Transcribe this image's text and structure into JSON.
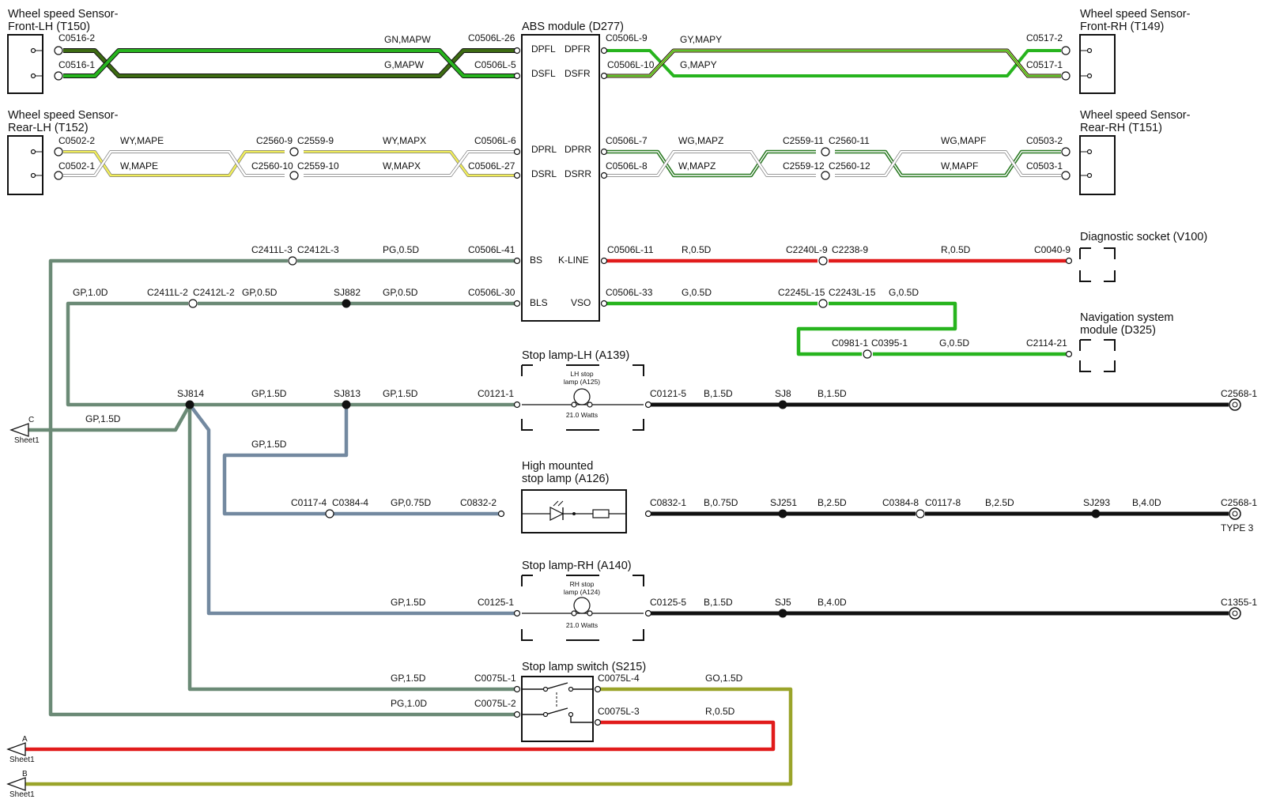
{
  "colors": {
    "green": "#27b41e",
    "dark_green": "#3d6b12",
    "yellow": "#f1ee5b",
    "white_wire": "#d8d8cc",
    "gray_green": "#6b8a76",
    "gray_blue": "#7389a0",
    "red": "#e11b1b",
    "black": "#111111",
    "olive": "#9aa42a"
  },
  "components": {
    "ws_flh": {
      "line1": "Wheel speed Sensor-",
      "line2": "Front-LH (T150)"
    },
    "ws_frh": {
      "line1": "Wheel speed Sensor-",
      "line2": "Front-RH (T149)"
    },
    "ws_rlh": {
      "line1": "Wheel speed Sensor-",
      "line2": "Rear-LH (T152)"
    },
    "ws_rrh": {
      "line1": "Wheel speed Sensor-",
      "line2": "Rear-RH (T151)"
    },
    "abs": {
      "title": "ABS module (D277)",
      "pins": [
        "DPFL",
        "DPFR",
        "DSFL",
        "DSFR",
        "DPRL",
        "DPRR",
        "DSRL",
        "DSRR",
        "BS",
        "K-LINE",
        "BLS",
        "VSO"
      ]
    },
    "diag": {
      "title": "Diagnostic socket (V100)"
    },
    "nav": {
      "line1": "Navigation system",
      "line2": "module (D325)"
    },
    "stop_lh": {
      "title": "Stop lamp-LH (A139)",
      "inner1": "LH stop",
      "inner2": "lamp (A125)",
      "watts": "21.0 Watts"
    },
    "hmsl": {
      "line1": "High mounted",
      "line2": "stop lamp (A126)"
    },
    "stop_rh": {
      "title": "Stop lamp-RH (A140)",
      "inner1": "RH stop",
      "inner2": "lamp (A124)",
      "watts": "21.0 Watts"
    },
    "switch": {
      "title": "Stop lamp switch (S215)"
    }
  },
  "labels": {
    "c0516_2": "C0516-2",
    "c0516_1": "C0516-1",
    "gn_mapw": "GN,MAPW",
    "g_mapw": "G,MAPW",
    "c0506l_26": "C0506L-26",
    "c0506l_5": "C0506L-5",
    "c0506l_9": "C0506L-9",
    "c0506l_10": "C0506L-10",
    "gy_mapy": "GY,MAPY",
    "g_mapy": "G,MAPY",
    "c0517_2": "C0517-2",
    "c0517_1": "C0517-1",
    "c0502_2": "C0502-2",
    "c0502_1": "C0502-1",
    "wy_mape": "WY,MAPE",
    "w_mape": "W,MAPE",
    "c2560_9": "C2560-9",
    "c2559_9": "C2559-9",
    "c2560_10": "C2560-10",
    "c2559_10": "C2559-10",
    "wy_mapx": "WY,MAPX",
    "w_mapx": "W,MAPX",
    "c0506l_6": "C0506L-6",
    "c0506l_27": "C0506L-27",
    "c0506l_7": "C0506L-7",
    "c0506l_8": "C0506L-8",
    "wg_mapz": "WG,MAPZ",
    "w_mapz": "W,MAPZ",
    "c2559_11": "C2559-11",
    "c2560_11": "C2560-11",
    "c2559_12": "C2559-12",
    "c2560_12": "C2560-12",
    "wg_mapf": "WG,MAPF",
    "w_mapf": "W,MAPF",
    "c0503_2": "C0503-2",
    "c0503_1": "C0503-1",
    "c2411l_3": "C2411L-3",
    "c2412l_3": "C2412L-3",
    "pg_05d": "PG,0.5D",
    "c0506l_41": "C0506L-41",
    "c0506l_11": "C0506L-11",
    "r_05d": "R,0.5D",
    "c2240l_9": "C2240L-9",
    "c2238_9": "C2238-9",
    "r_05d_b": "R,0.5D",
    "c0040_9": "C0040-9",
    "gp_10d": "GP,1.0D",
    "c2411l_2": "C2411L-2",
    "c2412l_2": "C2412L-2",
    "gp_05d": "GP,0.5D",
    "sj882": "SJ882",
    "gp_05d_b": "GP,0.5D",
    "c0506l_30": "C0506L-30",
    "c0506l_33": "C0506L-33",
    "g_05d": "G,0.5D",
    "c2245l_15": "C2245L-15",
    "c2243l_15": "C2243L-15",
    "g_05d_b": "G,0.5D",
    "c0981_1": "C0981-1",
    "c0395_1": "C0395-1",
    "g_05d_c": "G,0.5D",
    "c2114_21": "C2114-21",
    "sj814": "SJ814",
    "gp_15d_a": "GP,1.5D",
    "sj813": "SJ813",
    "gp_15d_b": "GP,1.5D",
    "c0121_1": "C0121-1",
    "c0121_5": "C0121-5",
    "b_15d_a": "B,1.5D",
    "sj8": "SJ8",
    "b_15d_b": "B,1.5D",
    "c2568_1": "C2568-1",
    "gp_15d_c": "GP,1.5D",
    "gp_15d_d": "GP,1.5D",
    "c0117_4": "C0117-4",
    "c0384_4": "C0384-4",
    "gp_075d": "GP,0.75D",
    "c0832_2": "C0832-2",
    "c0832_1": "C0832-1",
    "b_075d": "B,0.75D",
    "sj251": "SJ251",
    "b_25d_a": "B,2.5D",
    "c0384_8": "C0384-8",
    "c0117_8": "C0117-8",
    "b_25d_b": "B,2.5D",
    "sj293": "SJ293",
    "b_40d_a": "B,4.0D",
    "c2568_1_b": "C2568-1",
    "type3": "TYPE 3",
    "gp_15d_e": "GP,1.5D",
    "c0125_1": "C0125-1",
    "c0125_5": "C0125-5",
    "b_15d_c": "B,1.5D",
    "sj5": "SJ5",
    "b_40d_b": "B,4.0D",
    "c1355_1": "C1355-1",
    "gp_15d_f": "GP,1.5D",
    "c0075l_1": "C0075L-1",
    "c0075l_4": "C0075L-4",
    "go_15d": "GO,1.5D",
    "pg_10d": "PG,1.0D",
    "c0075l_2": "C0075L-2",
    "c0075l_3": "C0075L-3",
    "r_05d_c": "R,0.5D"
  },
  "offsheet": {
    "c": {
      "letter": "C",
      "sheet": "Sheet1"
    },
    "a": {
      "letter": "A",
      "sheet": "Sheet1"
    },
    "b": {
      "letter": "B",
      "sheet": "Sheet1"
    }
  }
}
